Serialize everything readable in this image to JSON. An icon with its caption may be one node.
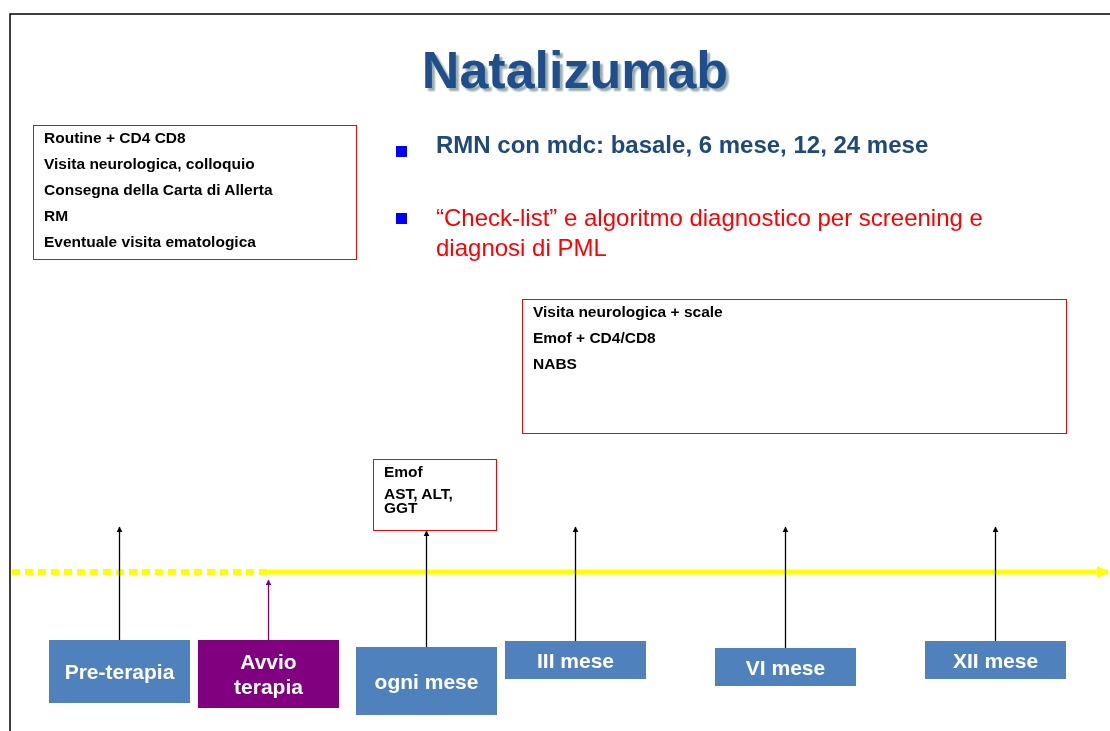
{
  "diagram": {
    "title": "Natalizumab",
    "nodes": [
      {
        "text": [
          "Routine + CD4 CD8",
          "Visita neurologica, colloquio",
          "Consegna della Carta di Allerta",
          "RM",
          "Eventuale visita ematologica"
        ]
      },
      {
        "text": [
          "Visita neurologica + scale",
          "Emof + CD4/CD8",
          "NABS"
        ]
      },
      {
        "text": [
          "Emof",
          "AST, ALT, GGT"
        ]
      },
      {
        "text": [
          "Pre-terapia"
        ]
      },
      {
        "text": [
          "Avvio terapia"
        ]
      },
      {
        "text": [
          "ogni mese"
        ]
      },
      {
        "text": [
          "III mese"
        ]
      },
      {
        "text": [
          "VI mese"
        ]
      },
      {
        "text": [
          "XII mese"
        ]
      }
    ],
    "edges": [
      {
        "from": 3,
        "to": null,
        "arrow": "to"
      },
      {
        "from": 4,
        "to": null,
        "arrow": "to",
        "color": "#800080"
      },
      {
        "from": 5,
        "to": 2,
        "arrow": "to"
      },
      {
        "from": 6,
        "to": null,
        "arrow": "to"
      },
      {
        "from": 7,
        "to": null,
        "arrow": "to"
      },
      {
        "from": 8,
        "to": null,
        "arrow": "to"
      }
    ],
    "labels": [
      "RMN con mdc: basale, 6 mese, 12, 24 mese",
      "“Check-list” e algoritmo diagnostico per screening e diagnosi di PML"
    ]
  }
}
